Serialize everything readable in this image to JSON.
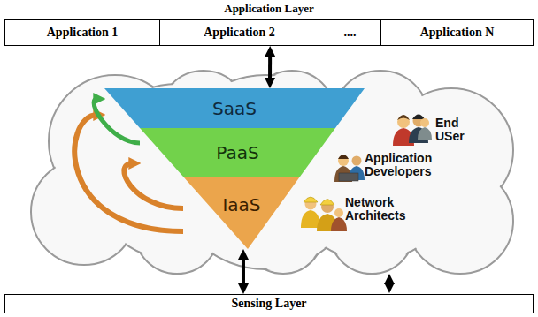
{
  "diagram": {
    "nodes": [
      {
        "text": [
          "Application Layer"
        ]
      },
      {
        "text": [
          "Application 1"
        ],
        "in": 0
      },
      {
        "text": [
          "Application 2"
        ],
        "in": 0
      },
      {
        "text": [
          "...."
        ],
        "in": 0
      },
      {
        "text": [
          "Application N"
        ],
        "in": 0
      },
      {
        "text": [
          "SaaS"
        ]
      },
      {
        "text": [
          "PaaS"
        ]
      },
      {
        "text": [
          "IaaS"
        ]
      },
      {
        "text": [
          "Sensing Layer"
        ]
      }
    ],
    "edges": [
      {
        "from": 0,
        "to": 5,
        "arrow": "both"
      },
      {
        "from": 7,
        "to": 8,
        "arrow": "both"
      },
      {
        "from": 7,
        "to": 5,
        "arrow": "to"
      },
      {
        "from": 7,
        "to": 6,
        "arrow": "to"
      },
      {
        "from": 6,
        "to": 5,
        "arrow": "to"
      }
    ],
    "labels": [
      "End USer",
      "Application Developers",
      "Network Architects"
    ]
  }
}
